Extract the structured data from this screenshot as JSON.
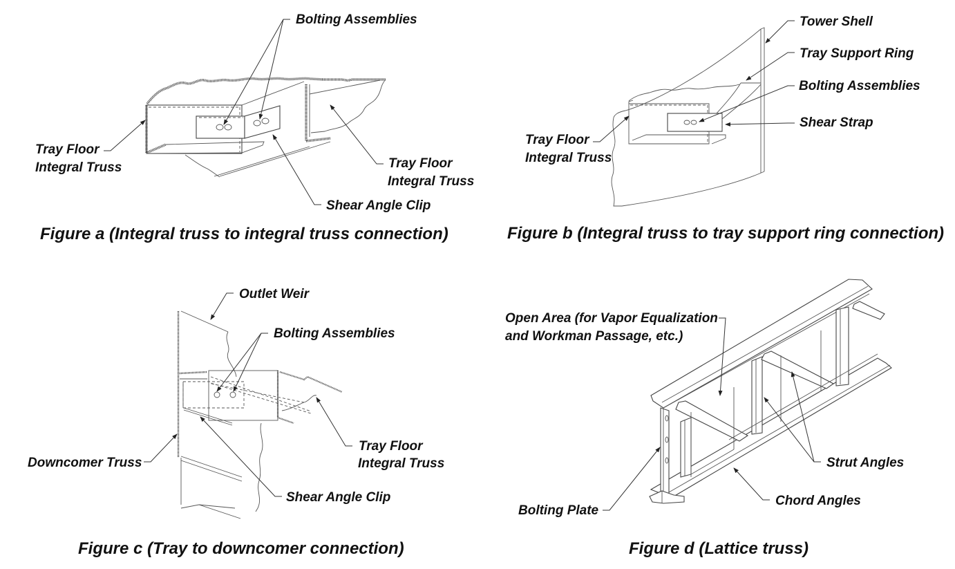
{
  "figures": [
    {
      "id": "a",
      "caption": "Figure a  (Integral truss to integral truss connection)",
      "labels": {
        "bolting": "Bolting Assemblies",
        "left_truss_1": "Tray Floor",
        "left_truss_2": "Integral Truss",
        "right_truss_1": "Tray Floor",
        "right_truss_2": "Integral Truss",
        "shear_clip": "Shear Angle Clip"
      }
    },
    {
      "id": "b",
      "caption": "Figure b  (Integral truss to tray support ring connection)",
      "labels": {
        "tower_shell": "Tower Shell",
        "support_ring": "Tray Support Ring",
        "bolting": "Bolting Assemblies",
        "shear_strap": "Shear Strap",
        "truss_1": "Tray Floor",
        "truss_2": "Integral Truss"
      }
    },
    {
      "id": "c",
      "caption": "Figure c  (Tray to downcomer connection)",
      "labels": {
        "outlet_weir": "Outlet Weir",
        "bolting": "Bolting Assemblies",
        "downcomer": "Downcomer Truss",
        "truss_1": "Tray Floor",
        "truss_2": "Integral Truss",
        "shear_clip": "Shear Angle Clip"
      }
    },
    {
      "id": "d",
      "caption": "Figure d  (Lattice truss)",
      "labels": {
        "open_area_1": "Open Area (for Vapor Equalization",
        "open_area_2": "and Workman Passage, etc.)",
        "strut": "Strut Angles",
        "chord": "Chord Angles",
        "bolting_plate": "Bolting Plate"
      }
    }
  ]
}
